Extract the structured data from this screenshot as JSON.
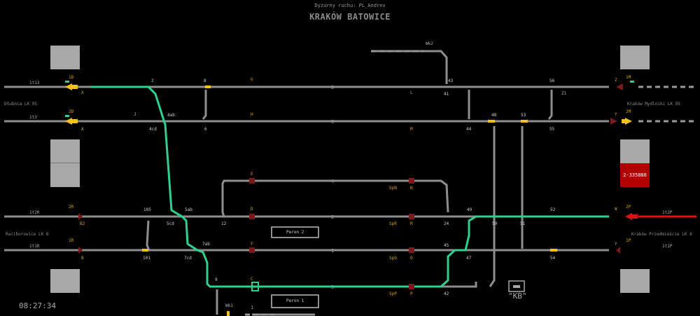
{
  "header": {
    "dispatcher": "Dyżurny ruchu: PL_Andrev",
    "station": "KRAKÓW BATOWICE"
  },
  "clock": "08:27:34",
  "red_indicator": "2-335888",
  "kb_label": "\"KB\"",
  "side_labels": {
    "dlubnia": "Dłubnia LK 95",
    "mydlniki": "Kraków Mydlniki LK 95",
    "raciborowice": "Raciborowice LK 8",
    "przedmiescie": "Kraków Przedmieście LK 8"
  },
  "platforms": {
    "p2": "Peron 2",
    "p1": "Peron 1"
  },
  "block_labels": {
    "l1": "1t13",
    "l2": "1t3",
    "l3": "1t2R",
    "l4": "1t1R",
    "r3": "1t2P",
    "r4": "1t1P"
  },
  "signals": {
    "s1D": "1D",
    "s2D": "2D",
    "s2R": "2R",
    "s1R": "1R",
    "s1M": "1M",
    "s2M": "2M",
    "s2P": "2P",
    "s1P": "1P",
    "X": "X",
    "A": "A",
    "B2": "B2",
    "B": "B",
    "Z": "Z",
    "Y": "Y",
    "W": "W",
    "Yb": "Y",
    "G": "G",
    "H": "H",
    "E": "E",
    "D": "D",
    "F": "F",
    "C": "C",
    "L": "L",
    "M": "M",
    "N": "N",
    "R": "R",
    "O": "O",
    "P": "P",
    "J": "J",
    "SpN": "SpN",
    "SpR": "SpR",
    "SpO": "SpO",
    "SpP": "SpP",
    "Z1": "Z1",
    "Wk2": "Wk2",
    "Wk1": "Wk1"
  },
  "tracks": {
    "t8": "8",
    "t6": "6",
    "t4": "4",
    "t2": "2",
    "t1": "1",
    "t3": "3",
    "tb": "1"
  },
  "switches": {
    "w2": "2",
    "w8": "8",
    "w4ab": "4ab",
    "w4cd": "4cd",
    "w6": "6",
    "w105": "105",
    "w5ab": "5ab",
    "w5cd": "5cd",
    "w12": "12",
    "w7ab": "7ab",
    "w7cd": "7cd",
    "w101": "101",
    "w9": "9",
    "w43": "43",
    "w41": "41",
    "w56": "56",
    "w48": "48",
    "w53": "53",
    "w44": "44",
    "w55": "55",
    "w49": "49",
    "w24": "24",
    "w50": "50",
    "w51": "51",
    "w52": "52",
    "w45": "45",
    "w47": "47",
    "w54": "54",
    "w42": "42"
  },
  "colors": {
    "route": "#2ed18e",
    "track": "#8e8e8e",
    "yellow": "#f2c21a",
    "red": "#e01010",
    "label": "#d9a21b",
    "darkred": "#7a1a1a"
  }
}
